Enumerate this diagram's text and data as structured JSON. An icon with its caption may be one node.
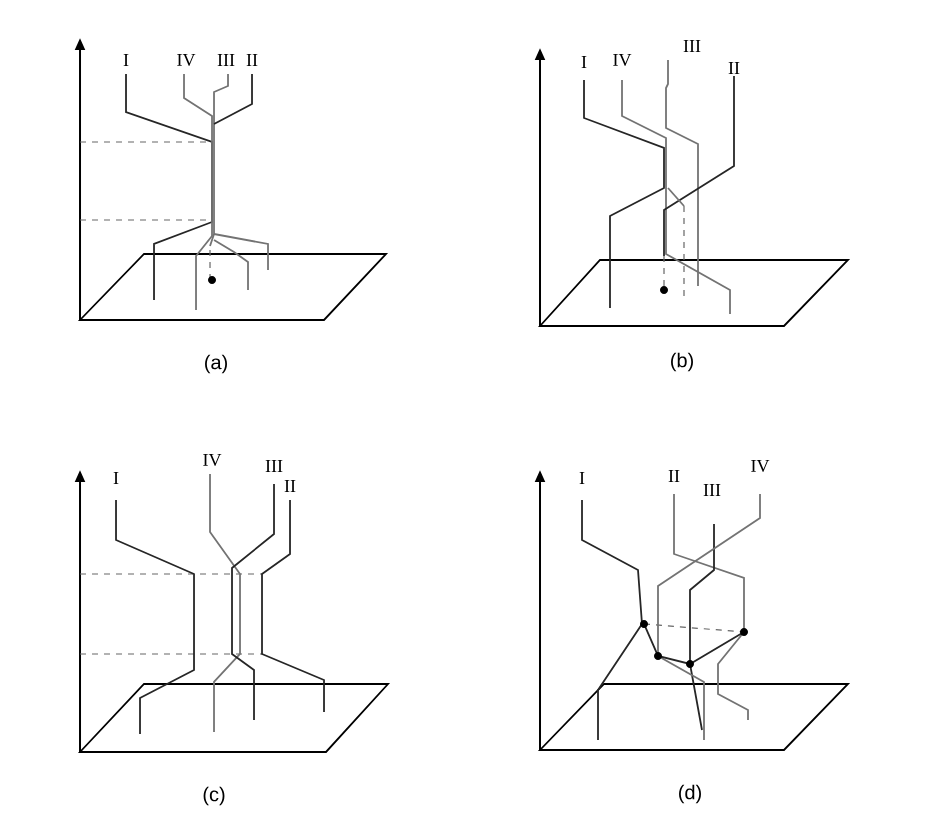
{
  "diagram": {
    "labels": [
      "I",
      "IV",
      "III",
      "II",
      "(a)",
      "I",
      "IV",
      "III",
      "II",
      "(b)",
      "I",
      "IV",
      "III",
      "II",
      "(c)",
      "I",
      "II",
      "III",
      "IV",
      "(d)"
    ]
  }
}
